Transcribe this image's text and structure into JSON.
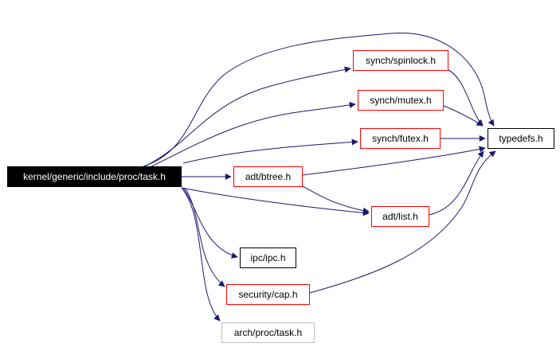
{
  "diagram": {
    "type": "include-dependency-graph",
    "colors": {
      "edge": "#191970",
      "root_fill": "#000000",
      "root_text": "#ffffff",
      "linked_border": "#ff0000",
      "plain_border": "#000000",
      "missing_border": "#bfbfbf"
    },
    "nodes": {
      "root": {
        "label": "kernel/generic/include/proc/task.h",
        "style": "root"
      },
      "spinlock": {
        "label": "synch/spinlock.h",
        "style": "red"
      },
      "mutex": {
        "label": "synch/mutex.h",
        "style": "red"
      },
      "futex": {
        "label": "synch/futex.h",
        "style": "red"
      },
      "typedefs": {
        "label": "typedefs.h",
        "style": "black"
      },
      "btree": {
        "label": "adt/btree.h",
        "style": "red"
      },
      "list": {
        "label": "adt/list.h",
        "style": "red"
      },
      "ipc": {
        "label": "ipc/ipc.h",
        "style": "black"
      },
      "cap": {
        "label": "security/cap.h",
        "style": "red"
      },
      "archtask": {
        "label": "arch/proc/task.h",
        "style": "gray"
      }
    },
    "edges": [
      {
        "from": "root",
        "to": "typedefs"
      },
      {
        "from": "root",
        "to": "spinlock"
      },
      {
        "from": "root",
        "to": "mutex"
      },
      {
        "from": "root",
        "to": "futex"
      },
      {
        "from": "root",
        "to": "btree"
      },
      {
        "from": "root",
        "to": "list"
      },
      {
        "from": "root",
        "to": "ipc"
      },
      {
        "from": "root",
        "to": "cap"
      },
      {
        "from": "root",
        "to": "archtask"
      },
      {
        "from": "spinlock",
        "to": "typedefs"
      },
      {
        "from": "mutex",
        "to": "typedefs"
      },
      {
        "from": "futex",
        "to": "typedefs"
      },
      {
        "from": "btree",
        "to": "typedefs"
      },
      {
        "from": "btree",
        "to": "list"
      },
      {
        "from": "list",
        "to": "typedefs"
      },
      {
        "from": "cap",
        "to": "typedefs"
      }
    ]
  }
}
